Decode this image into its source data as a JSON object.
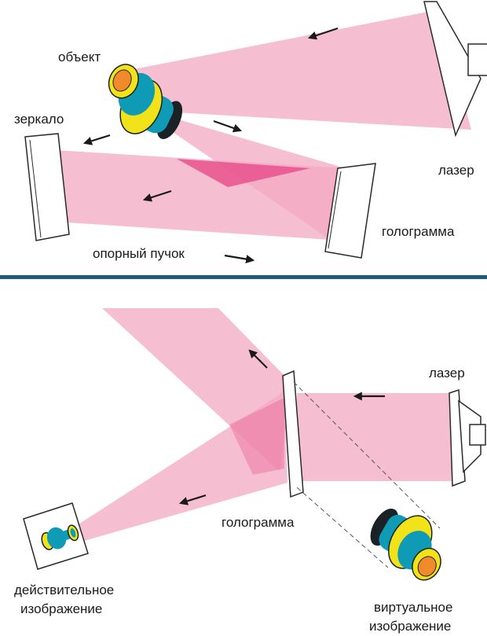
{
  "colors": {
    "beam": "#f3a9c2",
    "beam_overlap": "#e8518c",
    "divider": "#1f5c7a",
    "frame": "#2a2a2a",
    "object_blue": "#0f9bb5",
    "object_yellow": "#f2e21a",
    "object_orange": "#f08a2a",
    "object_dark": "#1a2226"
  },
  "recording": {
    "label_object": "объект",
    "label_mirror": "зеркало",
    "label_laser": "лазер",
    "label_hologram": "голограмма",
    "label_reference_beam": "опорный пучок"
  },
  "reconstruction": {
    "label_laser": "лазер",
    "label_hologram": "голограмма",
    "label_real_image_line1": "действительное",
    "label_real_image_line2": "изображение",
    "label_virtual_image_line1": "виртуальное",
    "label_virtual_image_line2": "изображение"
  }
}
